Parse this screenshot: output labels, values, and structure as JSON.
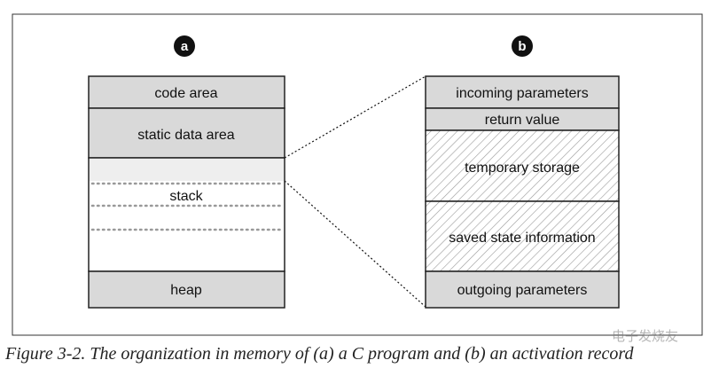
{
  "panel_a": {
    "badge": "a",
    "blocks": [
      "code area",
      "static data area",
      "stack",
      "heap"
    ]
  },
  "panel_b": {
    "badge": "b",
    "blocks": [
      "incoming parameters",
      "return value",
      "temporary storage",
      "saved state information",
      "outgoing parameters"
    ]
  },
  "caption": "Figure 3-2. The organization in memory of (a) a C program and (b) an activation record",
  "watermark": "电子发烧友",
  "colors": {
    "box_fill": "#d9d9d9",
    "stack_band": "#eeeeee",
    "outline": "#222222",
    "hatch": "#9a9a9a",
    "dots": "#999999"
  }
}
